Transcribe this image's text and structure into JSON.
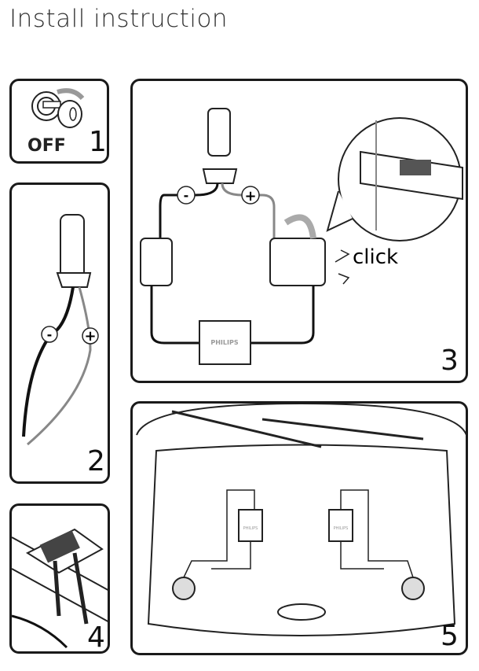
{
  "title": "Install instruction",
  "steps": [
    {
      "number": "1",
      "label": "OFF"
    },
    {
      "number": "2",
      "minus": "-",
      "plus": "+"
    },
    {
      "number": "3",
      "minus": "-",
      "plus": "+",
      "click": "click",
      "brand": "PHILIPS"
    },
    {
      "number": "4"
    },
    {
      "number": "5",
      "brand": "PHILIPS"
    }
  ],
  "colors": {
    "line": "#1a1a1a",
    "positive_wire": "#8a8a8a",
    "arrow": "#a8a8a8"
  }
}
